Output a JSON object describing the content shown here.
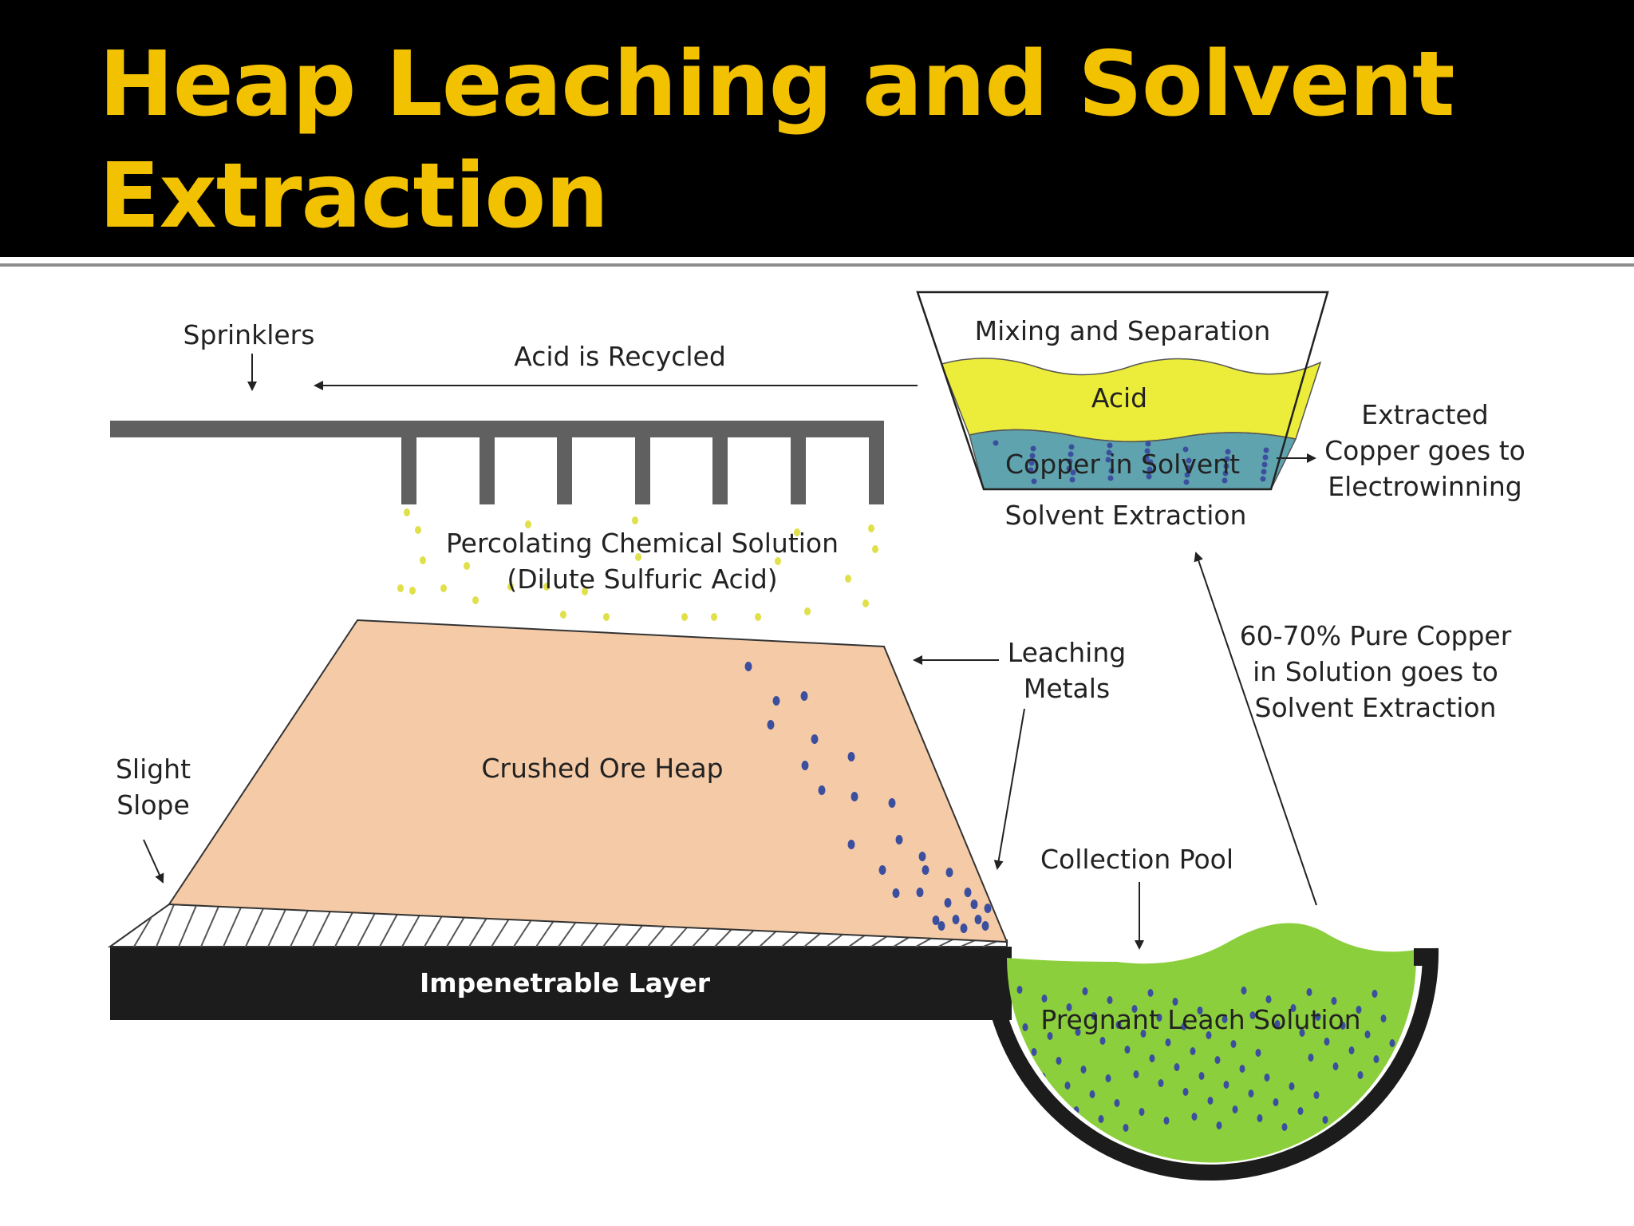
{
  "title": "Heap Leaching and Solvent Extraction",
  "labels": {
    "sprinklers": "Sprinklers",
    "acid_recycled": "Acid is Recycled",
    "mixing_separation": "Mixing and Separation",
    "acid": "Acid",
    "copper_in_solvent": "Copper in Solvent",
    "solvent_extraction": "Solvent Extraction",
    "extracted_line1": "Extracted",
    "extracted_line2": "Copper goes to",
    "extracted_line3": "Electrowinning",
    "percolating_line1": "Percolating Chemical Solution",
    "percolating_line2": "(Dilute Sulfuric Acid)",
    "leaching_line1": "Leaching",
    "leaching_line2": "Metals",
    "pure_copper_line1": "60-70% Pure Copper",
    "pure_copper_line2": "in Solution goes to",
    "pure_copper_line3": "Solvent Extraction",
    "crushed_ore_heap": "Crushed Ore Heap",
    "slight_line1": "Slight",
    "slight_line2": "Slope",
    "collection_pool": "Collection Pool",
    "impenetrable_layer": "Impenetrable Layer",
    "pregnant_leach_solution": "Pregnant Leach Solution"
  },
  "colors": {
    "title_text": "#f2c100",
    "title_band": "#000000",
    "heap_fill": "#f5cba7",
    "pipe": "#606060",
    "acid_yellow": "#ecec3a",
    "solvent_blue": "#5fa3ae",
    "pool_green": "#8ccf3c",
    "droplet_yellow": "#e0e04a",
    "metal_dot": "#3b4f9e",
    "impenetrable": "#1c1c1c"
  }
}
